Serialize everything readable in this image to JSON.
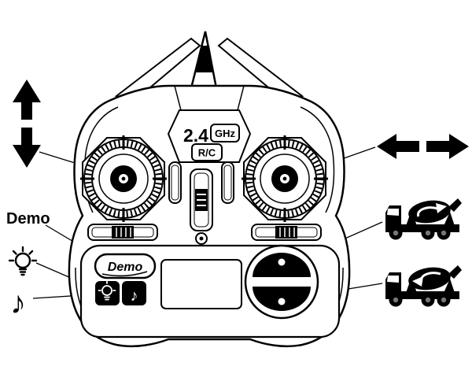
{
  "badge": {
    "frequency": "2.4",
    "unit": "GHz",
    "band": "R/C"
  },
  "demo": {
    "label": "Demo",
    "button_label": "Demo"
  },
  "music": {
    "note": "♪"
  },
  "colors": {
    "ink": "#000000",
    "paper": "#ffffff",
    "hub": "#777777"
  }
}
